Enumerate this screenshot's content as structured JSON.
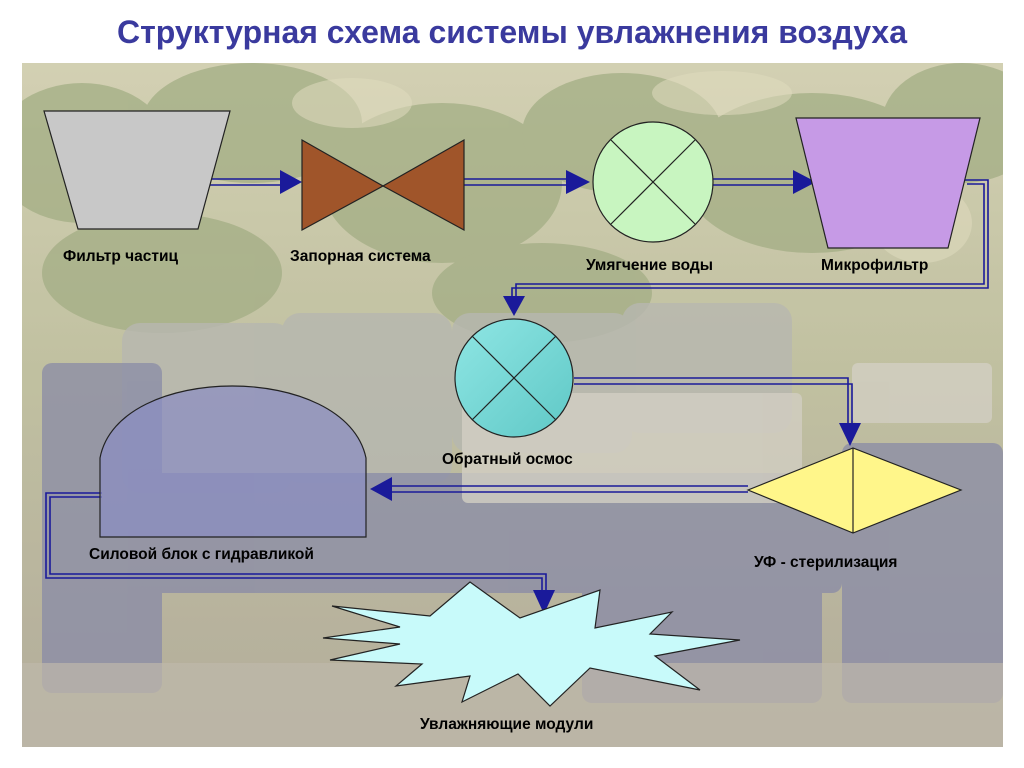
{
  "title": "Структурная схема системы увлажнения воздуха",
  "colors": {
    "title": "#3a3a9e",
    "connector": "#1a1a9a",
    "filter": "#c8c8c8",
    "valve": "#a0552a",
    "softener": "#c8f5c0",
    "microfilter": "#c69ae6",
    "osmosis": "#6fd3d0",
    "uv": "#fff68a",
    "power": "#8a8ec2",
    "humidifier": "#c8fafa"
  },
  "nodes": {
    "particle_filter": "Фильтр частиц",
    "shutoff": "Запорная система",
    "softener": "Умягчение воды",
    "microfilter": "Микрофильтр",
    "osmosis": "Обратный осмос",
    "uv": "УФ - стерилизация",
    "power": "Силовой блок с гидравликой",
    "humidifiers": "Увлажняющие модули"
  }
}
